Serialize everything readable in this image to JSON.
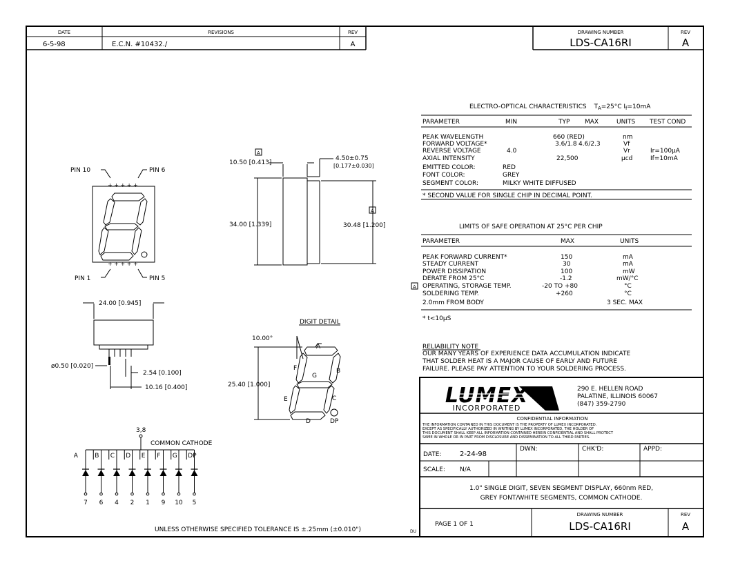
{
  "title_block_top": {
    "date_header": "DATE",
    "revisions_header": "REVISIONS",
    "rev_header": "REV",
    "date": "6-5-98",
    "revision": "E.C.N. #10432./",
    "rev": "A",
    "drawing_number_label": "DRAWING NUMBER",
    "drawing_number": "LDS-CA16RI",
    "rev2_label": "REV",
    "rev2": "A"
  },
  "front_view": {
    "pin10": "PIN 10",
    "pin6": "PIN 6",
    "pin1": "PIN 1",
    "pin5": "PIN 5",
    "pins_top": "+ + + + +",
    "pins_bottom": "+ + + + +"
  },
  "side_view": {
    "marker": "A",
    "width_dim": "10.50 [0.413]",
    "pin_dim": "4.50±0.75",
    "pin_dim_in": "[0.177±0.030]",
    "height_dim": "34.00 [1.339]",
    "body_dim_marker": "A",
    "body_dim": "30.48 [1.200]"
  },
  "bottom_view": {
    "width_dim": "24.00 [0.945]",
    "pin_dia": "ø0.50 [0.020]",
    "pitch": "2.54 [0.100]",
    "span": "10.16 [0.400]"
  },
  "digit_detail": {
    "title": "DIGIT DETAIL",
    "slant": "10.00°",
    "height": "25.40 [1.000]",
    "seg_a": "A",
    "seg_b": "B",
    "seg_c": "C",
    "seg_d": "D",
    "seg_e": "E",
    "seg_f": "F",
    "seg_g": "G",
    "seg_dp": "DP"
  },
  "schematic": {
    "common_pin": "3,8",
    "common_label": "COMMON CATHODE",
    "segments": [
      "A",
      "B",
      "C",
      "D",
      "E",
      "F",
      "G",
      "DP"
    ],
    "pins": [
      "7",
      "6",
      "4",
      "2",
      "1",
      "9",
      "10",
      "5"
    ]
  },
  "electro_optical": {
    "title": "ELECTRO-OPTICAL CHARACTERISTICS",
    "title_cond": "T",
    "title_cond_sub": "A",
    "title_cond_rest": "=25°C   I",
    "title_cond_sub2": "f",
    "title_cond_rest2": "=10mA",
    "headers": [
      "PARAMETER",
      "MIN",
      "TYP",
      "MAX",
      "UNITS",
      "TEST COND"
    ],
    "rows": [
      {
        "param": "PEAK WAVELENGTH",
        "min": "",
        "typ": "660 (RED)",
        "max": "",
        "units": "nm",
        "cond": ""
      },
      {
        "param": "FORWARD VOLTAGE*",
        "min": "",
        "typ": "3.6/1.8",
        "max": "4.6/2.3",
        "units": "Vf",
        "cond": ""
      },
      {
        "param": "REVERSE VOLTAGE",
        "min": "4.0",
        "typ": "",
        "max": "",
        "units": "Vr",
        "cond": "Ir=100µA"
      },
      {
        "param": "AXIAL INTENSITY",
        "min": "",
        "typ": "22,500",
        "max": "",
        "units": "µcd",
        "cond": "If=10mA"
      },
      {
        "param": "EMITTED COLOR:",
        "min": "RED",
        "typ": "",
        "max": "",
        "units": "",
        "cond": ""
      },
      {
        "param": "FONT COLOR:",
        "min": "GREY",
        "typ": "",
        "max": "",
        "units": "",
        "cond": ""
      },
      {
        "param": "SEGMENT COLOR:",
        "min": "MILKY WHITE DIFFUSED",
        "typ": "",
        "max": "",
        "units": "",
        "cond": ""
      }
    ],
    "note": "* SECOND VALUE FOR SINGLE CHIP IN DECIMAL POINT."
  },
  "limits": {
    "title": "LIMITS OF SAFE OPERATION AT 25°C  PER CHIP",
    "headers": [
      "PARAMETER",
      "MAX",
      "UNITS"
    ],
    "marker": "A",
    "rows": [
      {
        "param": "PEAK FORWARD CURRENT*",
        "max": "150",
        "units": "mA"
      },
      {
        "param": "STEADY CURRENT",
        "max": "30",
        "units": "mA"
      },
      {
        "param": "POWER DISSIPATION",
        "max": "100",
        "units": "mW"
      },
      {
        "param": "DERATE FROM 25°C",
        "max": "-1.2",
        "units": "mW/°C"
      },
      {
        "param": "OPERATING, STORAGE TEMP.",
        "max": "-20 TO +80",
        "units": "°C"
      },
      {
        "param": "SOLDERING TEMP.",
        "max": "+260",
        "units": "°C"
      },
      {
        "param": "2.0mm FROM BODY",
        "max": "",
        "units": "3 SEC. MAX"
      }
    ],
    "note": "* t<10µS"
  },
  "reliability": {
    "title": "RELIABILITY NOTE",
    "lines": [
      "OUR MANY YEARS OF EXPERIENCE DATA ACCUMULATION INDICATE",
      "THAT SOLDER HEAT IS A MAJOR CAUSE OF EARLY AND FUTURE",
      "FAILURE. PLEASE PAY ATTENTION TO YOUR SOLDERING PROCESS."
    ]
  },
  "company": {
    "logo": "LUMEX",
    "logo_sub": "INCORPORATED",
    "address1": "290 E. HELLEN ROAD",
    "address2": "PALATINE, ILLINOIS  60067",
    "phone": "(847) 359-2790",
    "conf_title": "CONFIDENTIAL  INFORMATION",
    "conf_lines": [
      "THE INFORMATION CONTAINED IN THIS DOCUMENT IS THE PROPERTY OF LUMEX INCORPORATED.",
      "EXCEPT AS SPECIFICALLY AUTHORIZED IN WRITING BY LUMEX INCORPORATED, THE HOLDER OF",
      "THIS DOCUMENT SHALL KEEP ALL INFORMATION CONTAINED HEREIN CONFIDENTIAL AND SHALL PROTECT",
      "SAME IN WHOLE OR IN PART FROM DISCLOSURE AND DISSEMINATION TO ALL THIRD PARTIES."
    ]
  },
  "title_block_bottom": {
    "date_label": "DATE:",
    "date": "2-24-98",
    "dwn_label": "DWN:",
    "chkd_label": "CHK'D:",
    "appd_label": "APPD:",
    "scale_label": "SCALE:",
    "scale": "N/A",
    "desc1": "1.0\" SINGLE DIGIT, SEVEN SEGMENT DISPLAY, 660nm RED,",
    "desc2": "GREY FONT/WHITE SEGMENTS, COMMON CATHODE.",
    "page": "PAGE   1   OF   1",
    "drawing_number_label": "DRAWING NUMBER",
    "drawing_number": "LDS-CA16RI",
    "rev_label": "REV",
    "rev": "A"
  },
  "tolerance": "UNLESS OTHERWISE SPECIFIED TOLERANCE IS ±.25mm (±0.010\")",
  "initials": "DU"
}
